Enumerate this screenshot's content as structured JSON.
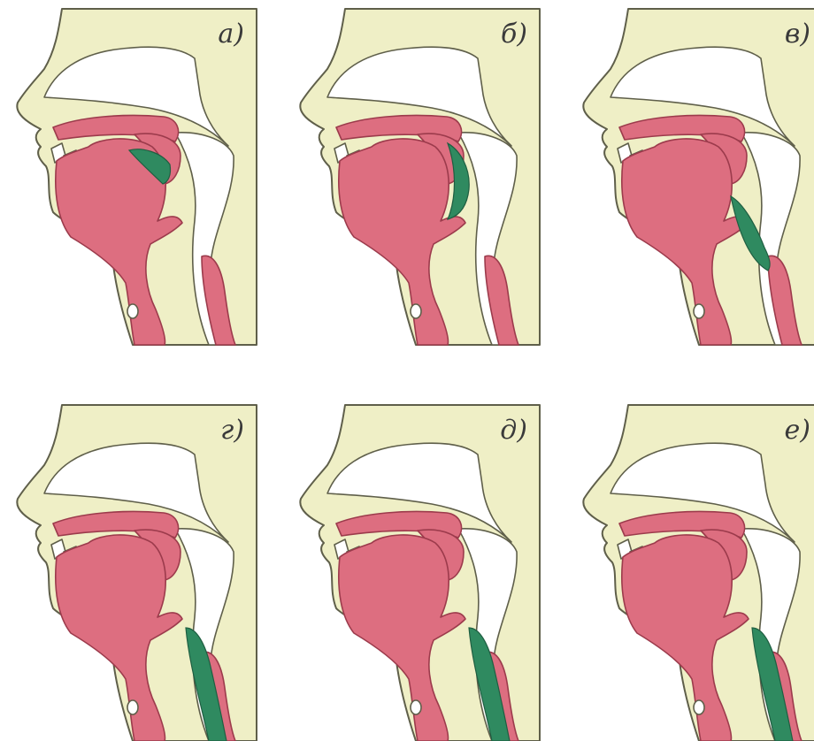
{
  "colors": {
    "background": "#ffffff",
    "head": "#efefc6",
    "outline": "#5f5f4a",
    "tissue": "#dd6e80",
    "tissue_edge": "#9c3b4c",
    "constriction": "#2f8a60",
    "cavity": "#ffffff"
  },
  "panels": [
    {
      "label": "а)",
      "constriction": "palate"
    },
    {
      "label": "б)",
      "constriction": "velum"
    },
    {
      "label": "в)",
      "constriction": "pharynx"
    },
    {
      "label": "г)",
      "constriction": "larynx"
    },
    {
      "label": "д)",
      "constriction": "larynx"
    },
    {
      "label": "е)",
      "constriction": "larynx"
    }
  ]
}
